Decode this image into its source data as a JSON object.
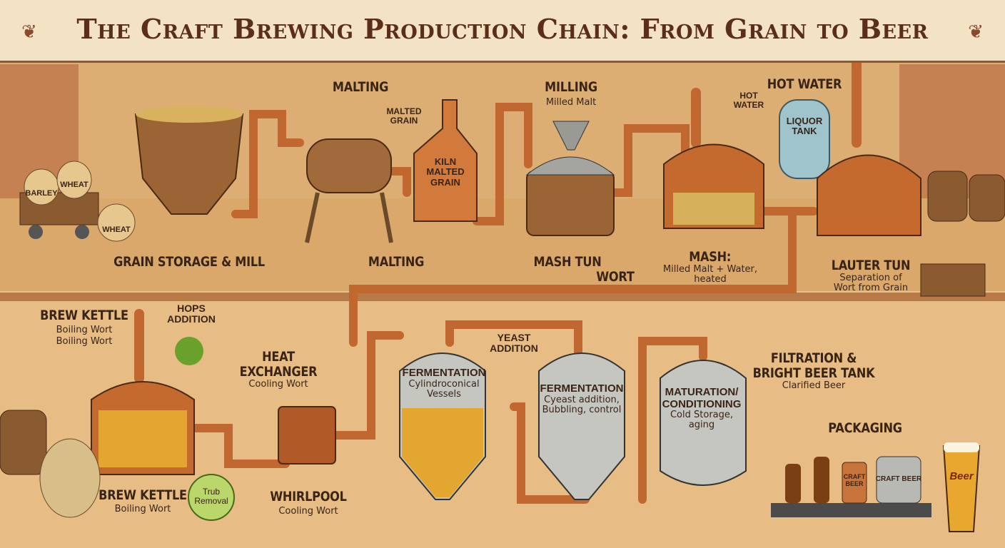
{
  "title": "The Craft Brewing Production Chain: From Grain to Beer",
  "stages": {
    "grain_storage": {
      "title": "GRAIN STORAGE & MILL",
      "sacks": [
        "BARLEY",
        "WHEAT",
        "WHEAT"
      ]
    },
    "malting_top": {
      "title": "MALTING",
      "note": "MALTED GRAIN"
    },
    "kiln": {
      "label": "KILN MALTED GRAIN"
    },
    "malting_bottom": {
      "title": "MALTING"
    },
    "milling": {
      "title": "MILLING",
      "sub": "Milled Malt"
    },
    "mash_tun": {
      "title": "MASH TUN"
    },
    "hot_water": {
      "title": "HOT WATER",
      "note": "HOT WATER",
      "tank": "LIQUOR TANK"
    },
    "mash": {
      "title": "MASH:",
      "sub": "Milled Malt + Water, heated"
    },
    "wort": {
      "title": "WORT"
    },
    "lauter_tun": {
      "title": "LAUTER TUN",
      "sub": "Separation of Wort from Grain"
    },
    "brew_kettle_top": {
      "title": "BREW KETTLE",
      "sub1": "Boiling Wort",
      "sub2": "Boiling Wort"
    },
    "hops": {
      "title": "HOPS ADDITION"
    },
    "heat_exchanger": {
      "title": "HEAT EXCHANGER",
      "sub": "Cooling Wort"
    },
    "brew_kettle_bottom": {
      "title": "BREW KETTLE",
      "sub": "Boiling Wort"
    },
    "trub": {
      "label": "Trub Removal"
    },
    "whirlpool": {
      "title": "WHIRLPOOL",
      "sub": "Cooling Wort"
    },
    "fermentation1": {
      "title": "FERMENTATION",
      "sub": "Cylindroconical Vessels"
    },
    "yeast": {
      "title": "YEAST ADDITION"
    },
    "fermentation2": {
      "title": "FERMENTATION",
      "sub": "Cyeast addition, Bubbling, control"
    },
    "maturation": {
      "title": "MATURATION/ CONDITIONING",
      "sub": "Cold Storage, aging"
    },
    "filtration": {
      "title": "FILTRATION & BRIGHT BEER TANK",
      "sub": "Clarified Beer"
    },
    "packaging": {
      "title": "PACKAGING",
      "can": "CRAFT BEER",
      "keg": "CRAFT BEER",
      "glass": "Beer"
    }
  },
  "colors": {
    "copper": "#c8743a",
    "steel": "#b9b9b3",
    "wood": "#8a5a30",
    "beer": "#e3a631",
    "background": "#e9c48f"
  }
}
